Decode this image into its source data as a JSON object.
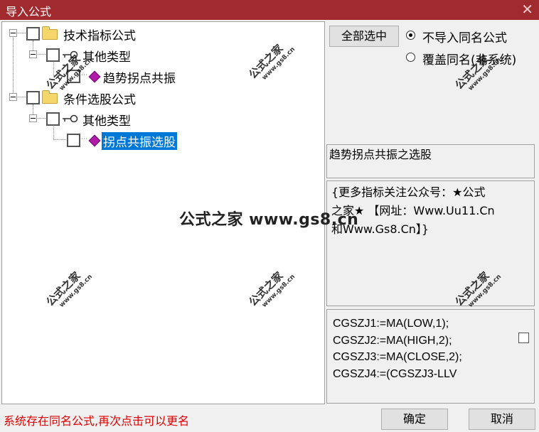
{
  "window": {
    "title": "导入公式",
    "close_glyph": "✕"
  },
  "tree": {
    "nodes": [
      {
        "label": "技术指标公式",
        "icon": "folder-icon"
      },
      {
        "label": "其他类型",
        "icon": "key-icon"
      },
      {
        "label": "趋势拐点共振",
        "icon": "formula-gem-icon"
      },
      {
        "label": "条件选股公式",
        "icon": "folder-icon"
      },
      {
        "label": "其他类型",
        "icon": "key-icon"
      },
      {
        "label": "拐点共振选股",
        "icon": "formula-gem-icon",
        "selected": true
      }
    ]
  },
  "right": {
    "select_all_label": "全部选中",
    "radio_options": [
      {
        "label": "不导入同名公式",
        "checked": true
      },
      {
        "label": "覆盖同名(非系统)",
        "checked": false
      }
    ],
    "formula_name": "趋势拐点共振之选股",
    "description_lines": [
      "{更多指标关注公众号：★公式",
      "之家★ 【网址：Www.Uu11.Cn",
      "和Www.Gs8.Cn】}"
    ],
    "code_lines": [
      "CGSZJ1:=MA(LOW,1);",
      "CGSZJ2:=MA(HIGH,2);",
      "CGSZJ3:=MA(CLOSE,2);",
      "CGSZJ4:=(CGSZJ3-LLV"
    ]
  },
  "footer": {
    "status": "系统存在同名公式,再次点击可以更名",
    "ok_label": "确定",
    "cancel_label": "取消"
  },
  "watermark": {
    "brand": "公式之家",
    "url": "www.gs8.cn",
    "center": "公式之家 www.gs8.cn"
  },
  "colors": {
    "titlebar": "#a12a2f",
    "selection": "#0078d7",
    "status_text": "#e00000",
    "folder": "#f4d66a",
    "gem": "#b01aa8"
  }
}
